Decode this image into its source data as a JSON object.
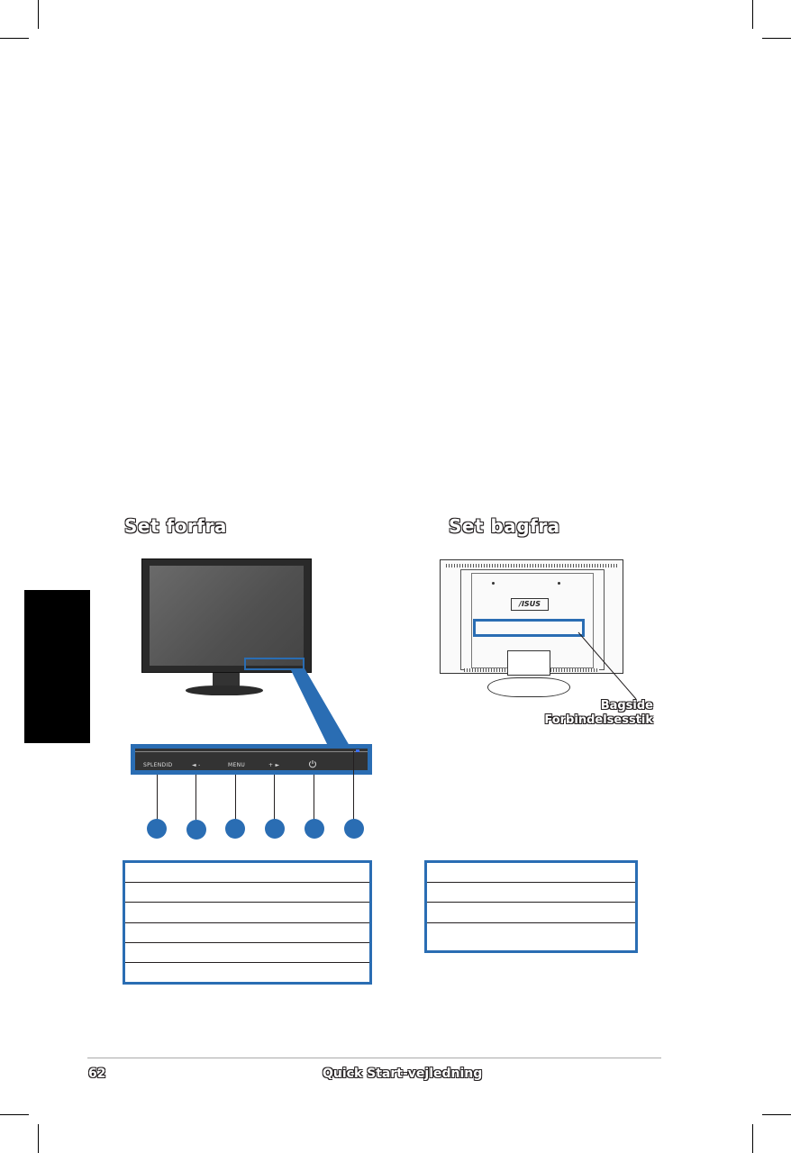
{
  "headings": {
    "front": "Set forfra",
    "back": "Set bagfra"
  },
  "callout": {
    "line1": "Bagside",
    "line2": "Forbindelsesstik"
  },
  "buttons": {
    "splendid": "SPLENDID",
    "left_arrow": "◄ -",
    "menu": "MENU",
    "right_arrow": "+ ►",
    "power_icon": "power-icon"
  },
  "brand_logo": "/ISUS",
  "colors": {
    "accent_blue": "#2a6db3",
    "tab_black": "#000000"
  },
  "footer": {
    "page_number": "62",
    "title": "Quick Start-vejledning"
  }
}
